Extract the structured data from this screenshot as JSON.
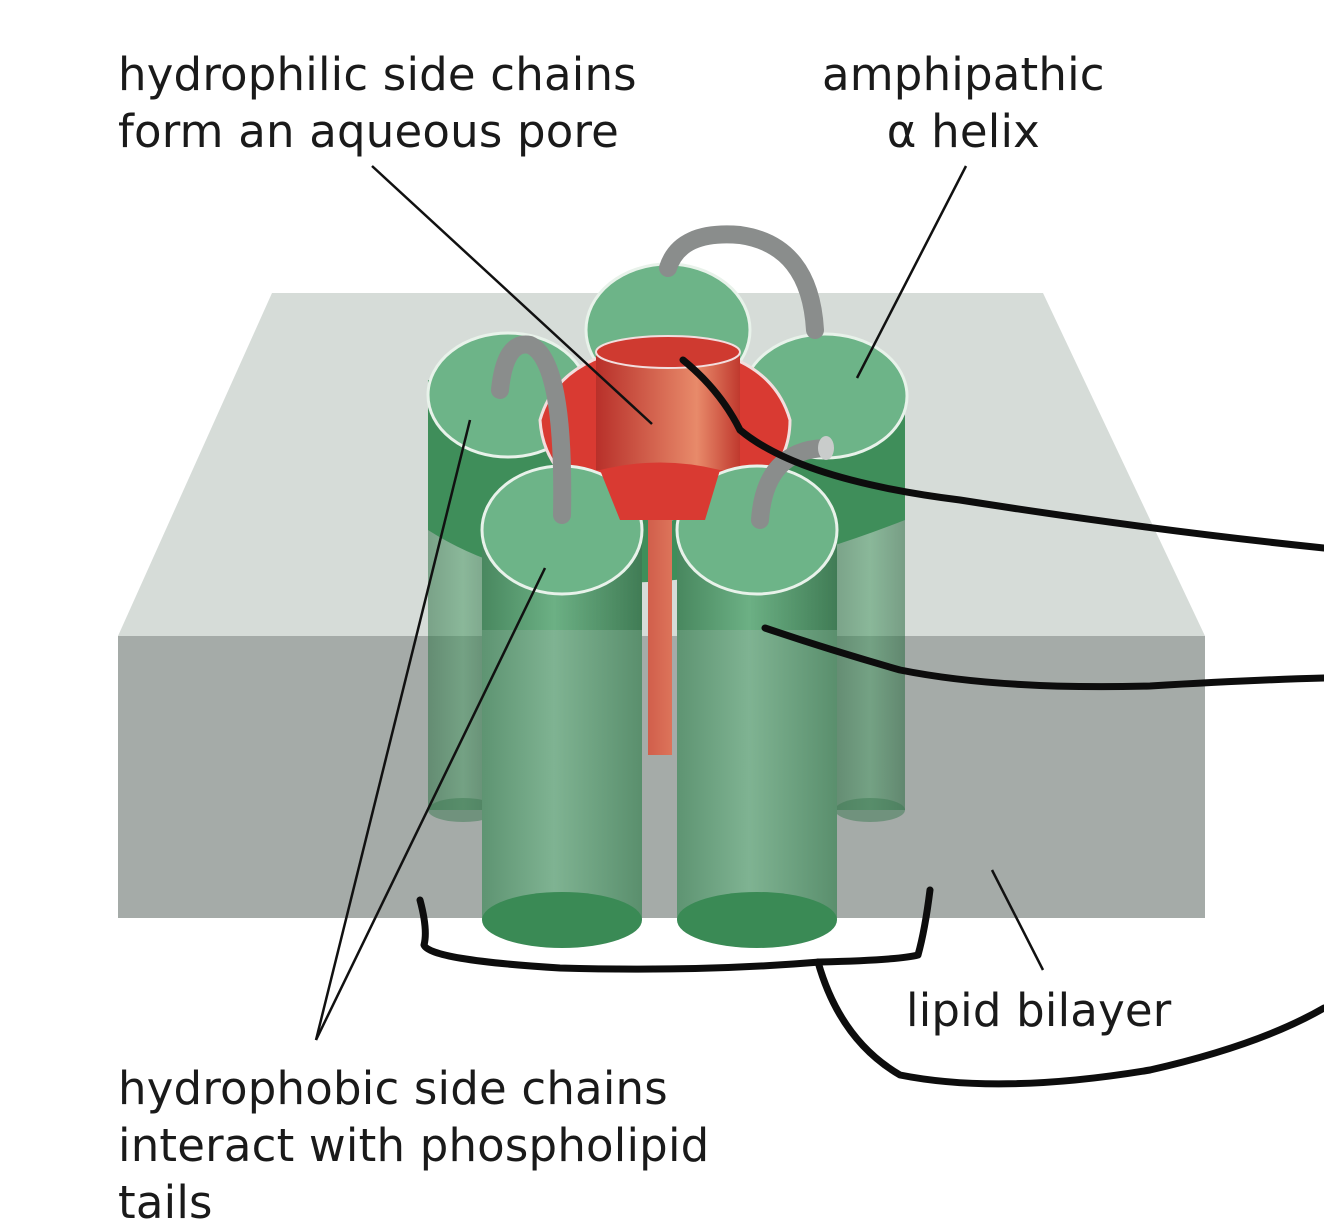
{
  "labels": {
    "pore": {
      "line1": "hydrophilic side chains",
      "line2": "form an aqueous pore"
    },
    "amphipathic": {
      "line1": "amphipathic",
      "line2": "α helix"
    },
    "hydrophobic": {
      "line1": "hydrophobic side chains",
      "line2": "interact with phospholipid",
      "line3": "tails"
    },
    "bilayer": "lipid bilayer"
  },
  "colors": {
    "bilayer_top": "#d5dbd7",
    "bilayer_front": "#a4aaa7",
    "helix_top": "#6db488",
    "helix_body": "#3e8f5a",
    "pore_red": "#d93a32",
    "loop_gray": "#8a8d8c",
    "ink": "#111111"
  }
}
